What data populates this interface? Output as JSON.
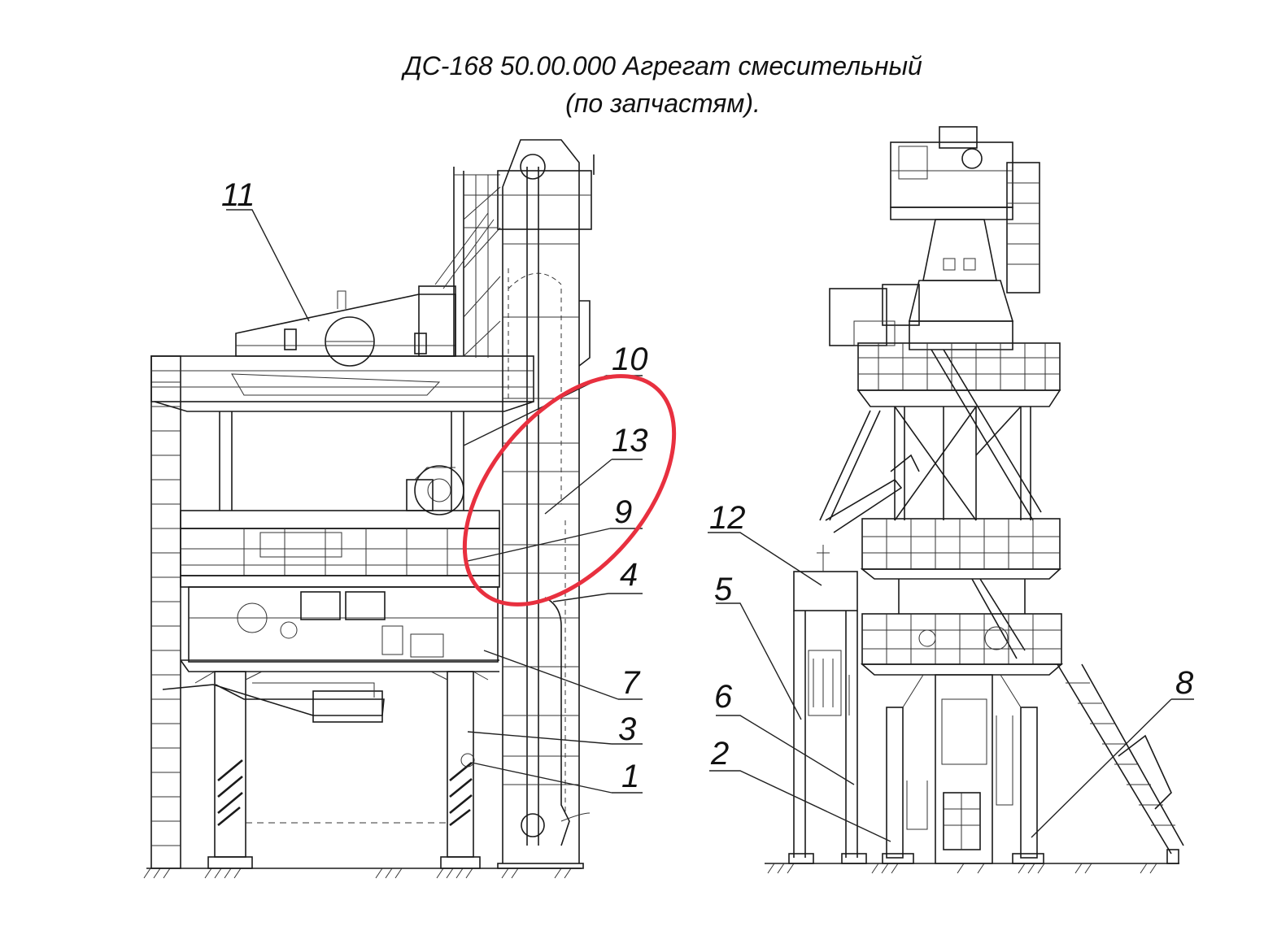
{
  "title": {
    "line1": "ДС-168 50.00.000 Агрегат смесительный",
    "line2": "(по запчастям)."
  },
  "labels": {
    "l1": "1",
    "l2": "2",
    "l3": "3",
    "l4": "4",
    "l5": "5",
    "l6": "6",
    "l7": "7",
    "l8": "8",
    "l9": "9",
    "l10": "10",
    "l11": "11",
    "l12": "12",
    "l13": "13"
  },
  "colors": {
    "line": "#1a1a1a",
    "highlight_ellipse": "#e8303f"
  }
}
